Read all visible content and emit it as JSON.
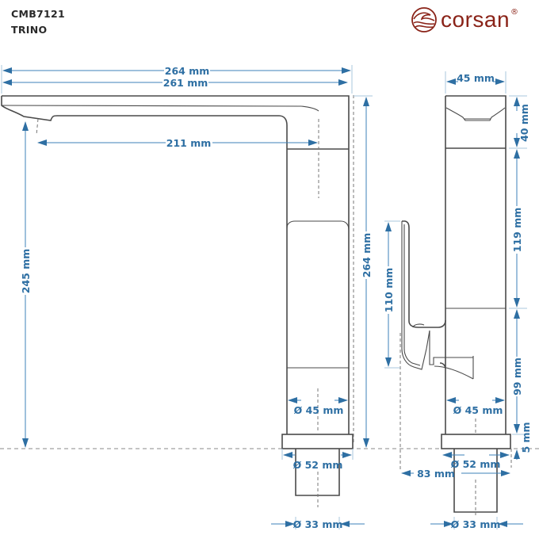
{
  "header": {
    "model_code": "CMB7121",
    "model_name": "TRINO"
  },
  "brand": {
    "name": "corsan",
    "registered": "®",
    "color": "#8a2318"
  },
  "colors": {
    "dimension": "#2e6fa3",
    "outline": "#4a4a4a"
  },
  "front_view": {
    "total_width": "264 mm",
    "spout_width": "261 mm",
    "spout_reach": "211 mm",
    "spout_height": "245 mm",
    "total_height": "264 mm",
    "body_diameter": "Ø 45 mm",
    "base_diameter": "Ø 52 mm",
    "shank_diameter": "Ø 33 mm"
  },
  "side_view": {
    "head_width": "45 mm",
    "head_height": "40 mm",
    "upper_body_height": "119 mm",
    "lower_body_height": "99 mm",
    "base_height": "5 mm",
    "lever_height": "110 mm",
    "lever_offset": "83 mm",
    "body_diameter": "Ø 45 mm",
    "base_diameter": "Ø 52 mm",
    "shank_diameter": "Ø 33 mm"
  }
}
